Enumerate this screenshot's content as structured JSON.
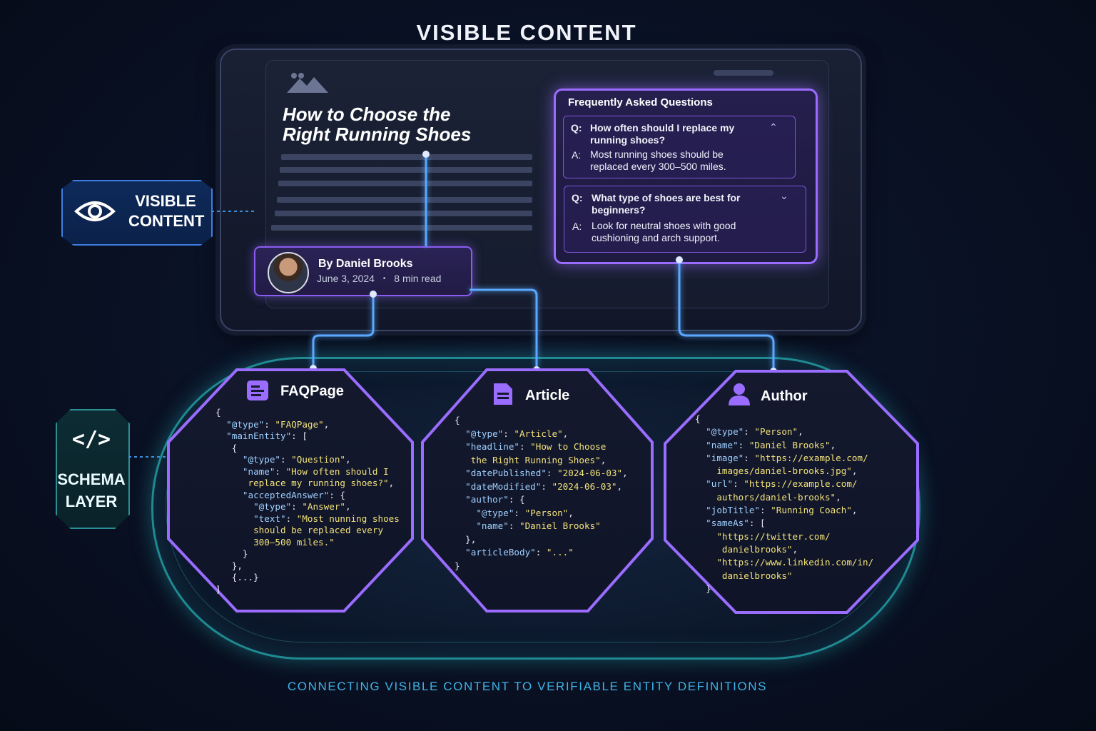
{
  "title": "VISIBLE CONTENT",
  "footer": "CONNECTING VISIBLE CONTENT TO VERIFIABLE ENTITY DEFINITIONS",
  "side_labels": {
    "visible": {
      "line1": "VISIBLE",
      "line2": "CONTENT",
      "icon": "eye-icon"
    },
    "schema": {
      "line1": "SCHEMA",
      "line2": "LAYER",
      "icon": "code-icon",
      "glyph": "</>"
    }
  },
  "article": {
    "title_line1": "How to Choose the",
    "title_line2": "Right Running Shoes",
    "author_name": "By Daniel Brooks",
    "date": "June 3, 2024",
    "separator": "•",
    "read_time": "8 min read"
  },
  "faq": {
    "heading": "Frequently Asked Questions",
    "q_prefix": "Q:",
    "a_prefix": "A:",
    "items": [
      {
        "q1": "How often should I replace my",
        "q2": "running shoes?",
        "a1": "Most running shoes should be",
        "a2": "replaced every 300–500 miles.",
        "chevron": "^"
      },
      {
        "q1": "What type of shoes are best for",
        "q2": "beginners?",
        "a1": "Look for neutral shoes with good",
        "a2": "cushioning and arch support.",
        "chevron": "v"
      }
    ]
  },
  "cards": {
    "faq": {
      "title": "FAQPage",
      "icon": "faq-document-icon"
    },
    "article": {
      "title": "Article",
      "icon": "document-icon"
    },
    "author": {
      "title": "Author",
      "icon": "person-icon"
    }
  },
  "colors": {
    "accent_purple": "#9a6cff",
    "accent_blue": "#3d7de0",
    "accent_teal": "#1f8a92",
    "footer": "#3fb3e8"
  }
}
